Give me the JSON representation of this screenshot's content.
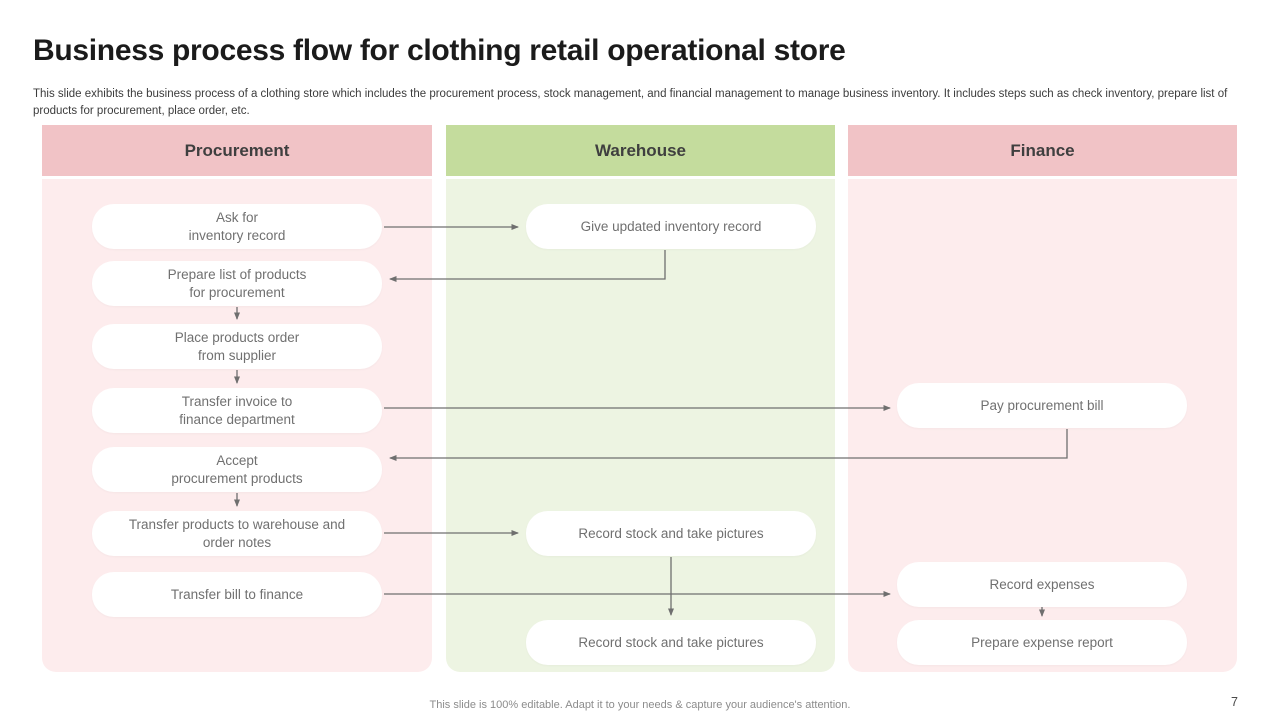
{
  "slide": {
    "title": "Business process flow for clothing retail operational store",
    "subtitle": "This slide exhibits the business process of a clothing store which includes the procurement process, stock management, and financial management to manage business inventory. It includes steps such as check inventory, prepare list of products for procurement, place order, etc.",
    "footer": "This slide is 100% editable. Adapt it to your needs & capture your audience's attention.",
    "page_number": "7"
  },
  "colors": {
    "pink_header": "#f1c3c6",
    "pink_body": "#fdeced",
    "green_header": "#c4dc9d",
    "green_body": "#edf4e2",
    "box_background": "#ffffff",
    "box_text": "#707070",
    "header_text": "#3f3f3f",
    "arrow": "#6f6f6f"
  },
  "columns": [
    {
      "label": "Procurement",
      "theme": "pink",
      "boxes": [
        {
          "text": "Ask for\ninventory record"
        },
        {
          "text": "Prepare list of products\nfor procurement"
        },
        {
          "text": "Place products order\nfrom supplier"
        },
        {
          "text": "Transfer invoice to\nfinance department"
        },
        {
          "text": "Accept\nprocurement products"
        },
        {
          "text": "Transfer products to warehouse and\norder notes"
        },
        {
          "text": "Transfer bill to finance"
        }
      ]
    },
    {
      "label": "Warehouse",
      "theme": "green",
      "boxes": [
        {
          "text": "Give updated inventory record"
        },
        {
          "text": "Record stock and take pictures"
        },
        {
          "text": "Record stock and take pictures"
        }
      ]
    },
    {
      "label": "Finance",
      "theme": "pink",
      "boxes": [
        {
          "text": "Pay procurement bill"
        },
        {
          "text": "Record expenses"
        },
        {
          "text": "Prepare expense report"
        }
      ]
    }
  ]
}
